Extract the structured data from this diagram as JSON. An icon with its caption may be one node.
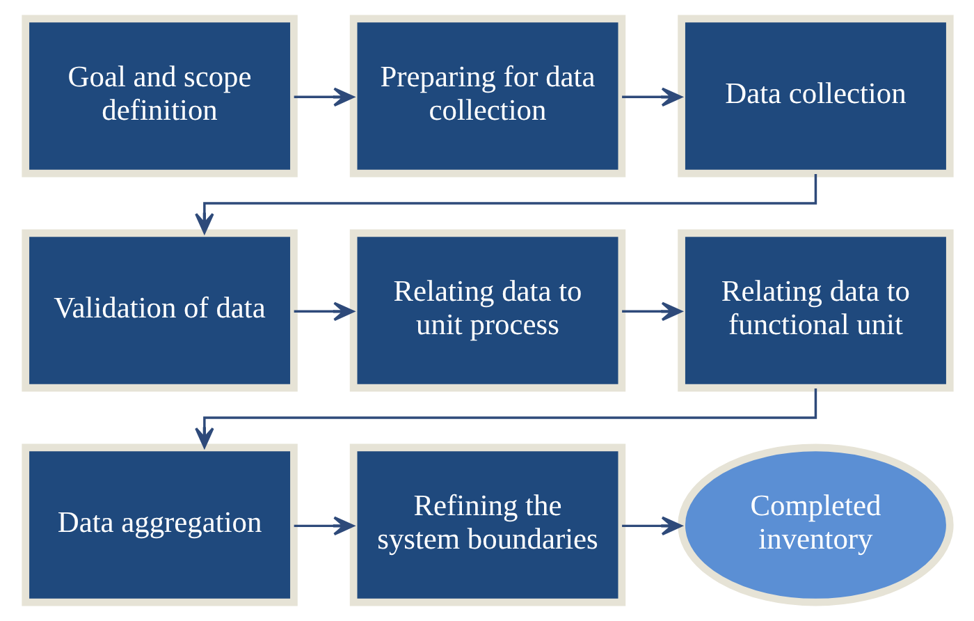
{
  "diagram": {
    "nodes": [
      {
        "text": [
          "Goal and scope definition"
        ]
      },
      {
        "text": [
          "Preparing for data collection"
        ]
      },
      {
        "text": [
          "Data collection"
        ]
      },
      {
        "text": [
          "Validation of data"
        ]
      },
      {
        "text": [
          "Relating data to unit process"
        ]
      },
      {
        "text": [
          "Relating data to functional unit"
        ]
      },
      {
        "text": [
          "Data aggregation"
        ]
      },
      {
        "text": [
          "Refining the system boundaries"
        ]
      },
      {
        "text": [
          "Completed inventory"
        ]
      }
    ],
    "edges": [
      {
        "from": 0,
        "to": 1,
        "arrow": "to"
      },
      {
        "from": 1,
        "to": 2,
        "arrow": "to"
      },
      {
        "from": 2,
        "to": 3,
        "arrow": "to"
      },
      {
        "from": 3,
        "to": 4,
        "arrow": "to"
      },
      {
        "from": 4,
        "to": 5,
        "arrow": "to"
      },
      {
        "from": 5,
        "to": 6,
        "arrow": "to"
      },
      {
        "from": 6,
        "to": 7,
        "arrow": "to"
      },
      {
        "from": 7,
        "to": 8,
        "arrow": "to"
      }
    ]
  }
}
